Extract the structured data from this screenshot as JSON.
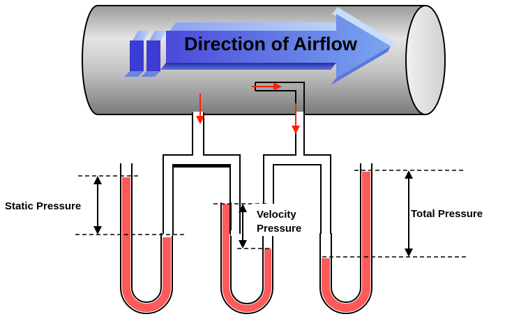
{
  "banner": {
    "text": "Direction of Airflow"
  },
  "labels": {
    "static": "Static Pressure",
    "velocity_line1": "Velocity",
    "velocity_line2": "Pressure",
    "total": "Total Pressure"
  },
  "colors": {
    "fluid": "#ff5a5a",
    "arrow_red": "#ff2000",
    "pipe_body": "#c4c4c4",
    "banner_arrow": "#3a3ae6"
  }
}
